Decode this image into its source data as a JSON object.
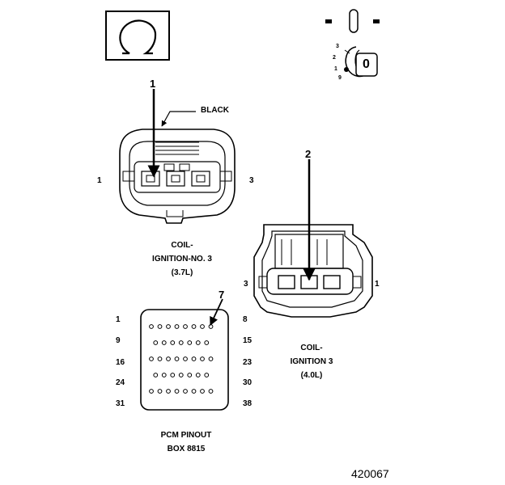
{
  "meter": {
    "symbol": "Ω",
    "icon": "ohmmeter-icon",
    "switch_positions": [
      "3",
      "2",
      "1",
      "9"
    ],
    "key_label": "0"
  },
  "coil_37": {
    "callout": "1",
    "wire_color": "BLACK",
    "pin_left": "1",
    "pin_right": "3",
    "caption": [
      "COIL-",
      "IGNITION-NO. 3",
      "(3.7L)"
    ]
  },
  "coil_40": {
    "callout": "2",
    "pin_left": "3",
    "pin_right": "1",
    "caption": [
      "COIL-",
      "IGNITION 3",
      "(4.0L)"
    ]
  },
  "pcm": {
    "callout": "7",
    "left_pins": [
      "1",
      "9",
      "16",
      "24",
      "31"
    ],
    "right_pins": [
      "8",
      "15",
      "23",
      "30",
      "38"
    ],
    "caption": [
      "PCM PINOUT",
      "BOX 8815"
    ]
  },
  "figure_number": "420067"
}
